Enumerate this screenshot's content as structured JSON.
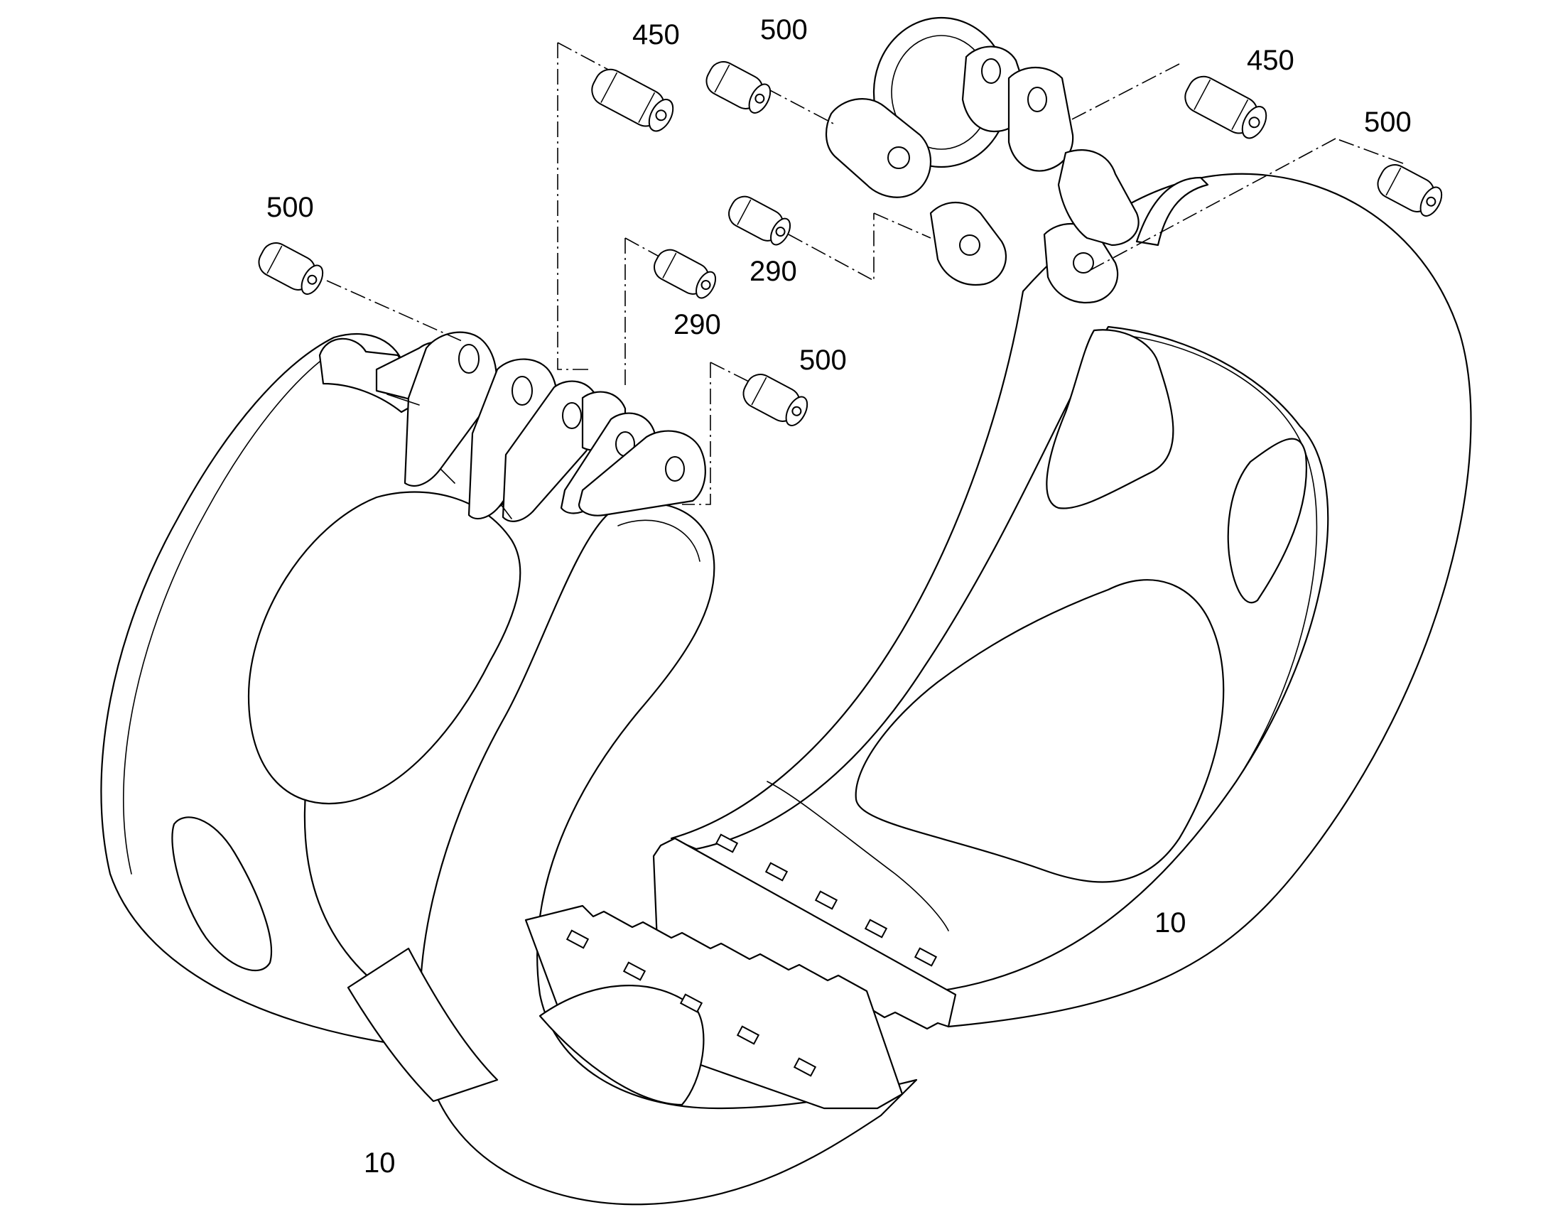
{
  "callouts": {
    "pin_450_left": "450",
    "pin_500_top": "500",
    "pin_450_right": "450",
    "pin_500_right": "500",
    "pin_500_left": "500",
    "pin_290_upper": "290",
    "pin_290_lower": "290",
    "pin_500_middle": "500",
    "jaw_left": "10",
    "jaw_right": "10"
  },
  "colors": {
    "line": "#000000",
    "fill": "#ffffff"
  }
}
